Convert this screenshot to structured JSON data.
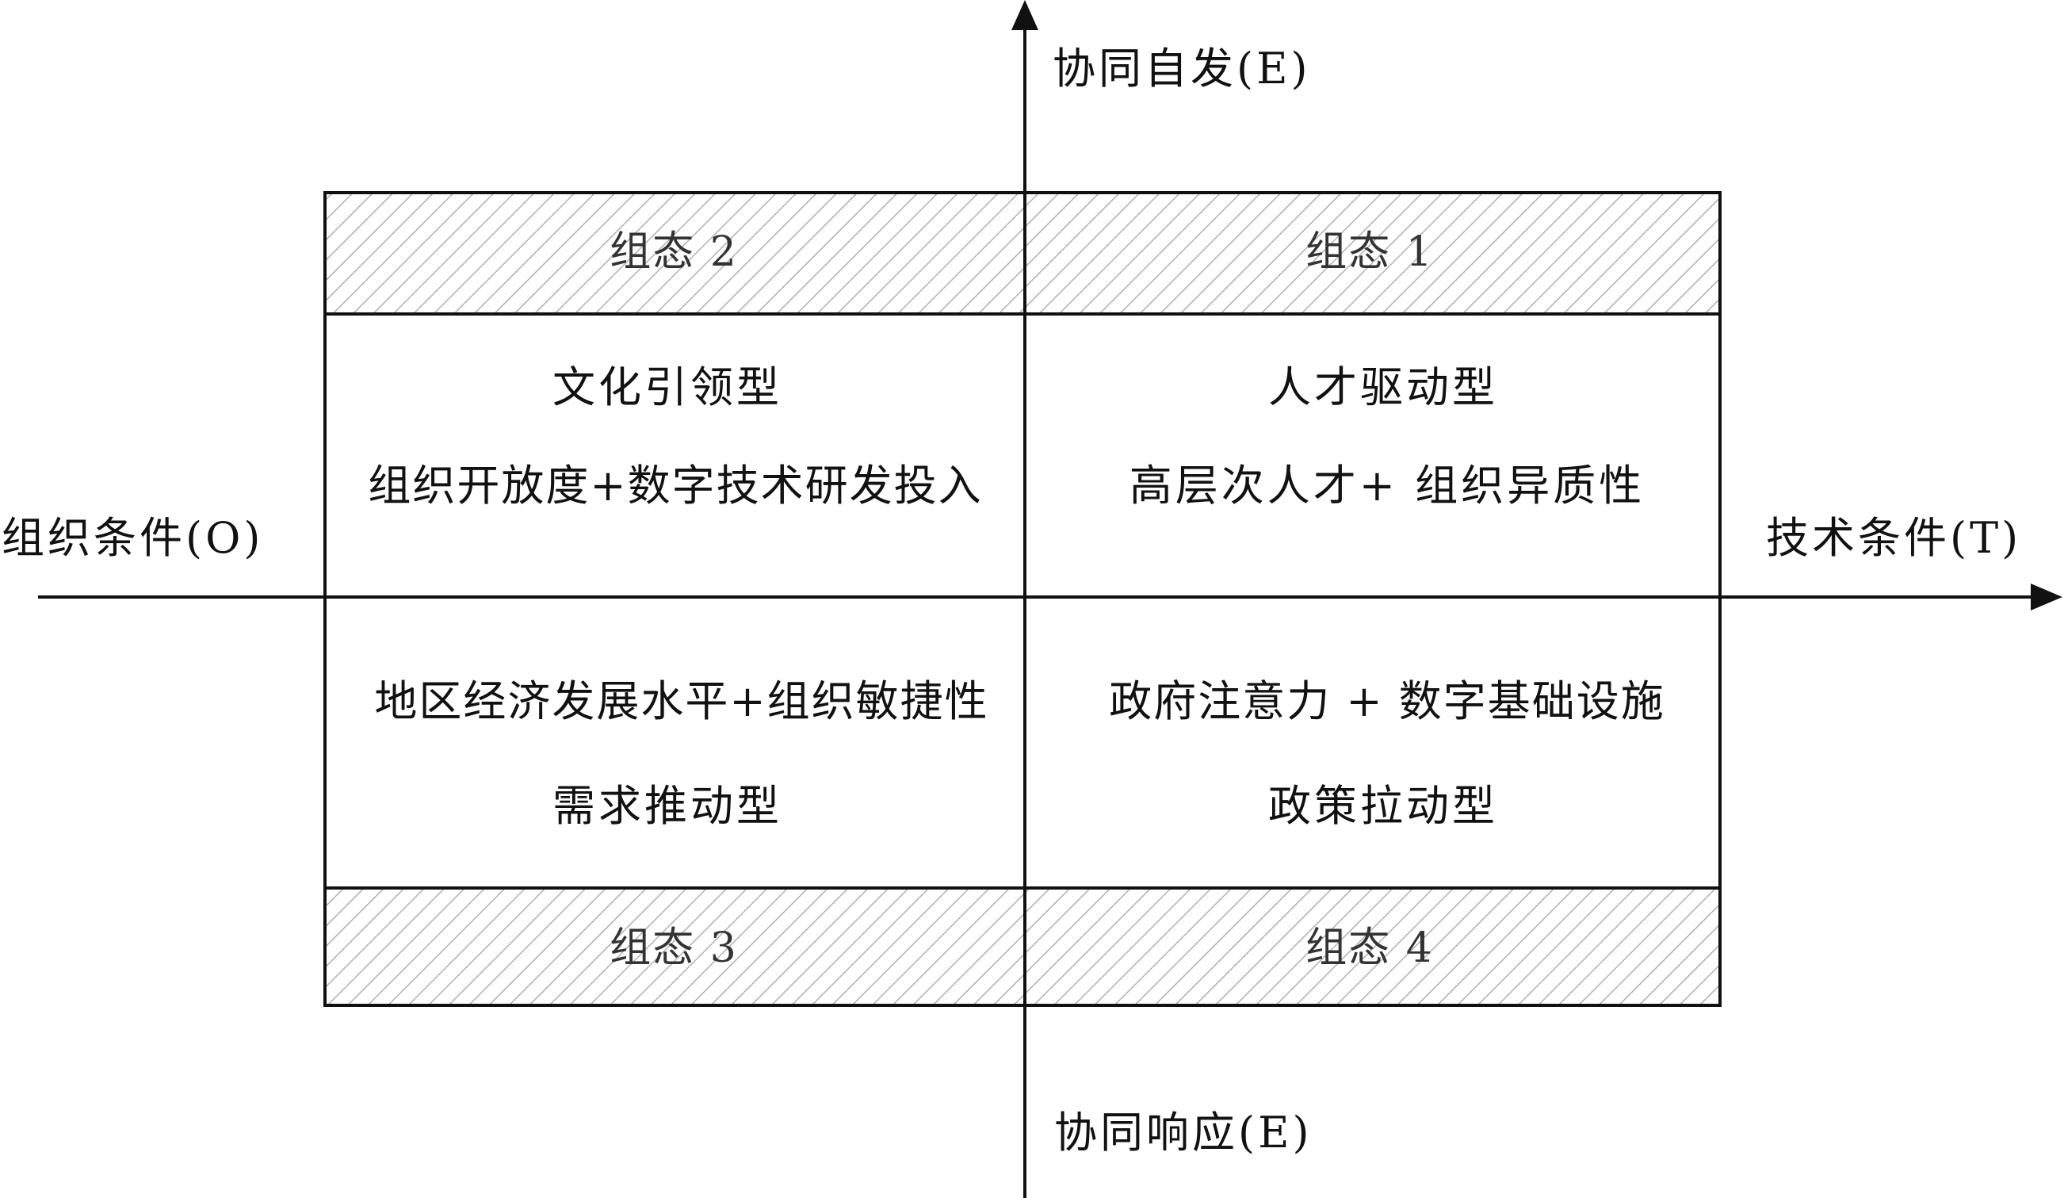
{
  "axes": {
    "y_top": "协同自发(E)",
    "y_bottom": "协同响应(E)",
    "x_left": "组织条件(O)",
    "x_right": "技术条件(T)"
  },
  "quadrants": {
    "top_left": {
      "config": "组态 2",
      "type": "文化引领型",
      "condition": "组织开放度+数字技术研发投入"
    },
    "top_right": {
      "config": "组态 1",
      "type": "人才驱动型",
      "condition": "高层次人才+ 组织异质性"
    },
    "bottom_left": {
      "config": "组态 3",
      "type": "需求推动型",
      "condition": "地区经济发展水平+组织敏捷性"
    },
    "bottom_right": {
      "config": "组态 4",
      "type": "政策拉动型",
      "condition": "政府注意力 + 数字基础设施"
    }
  },
  "colors": {
    "line": "#111111",
    "hatch": "#b0b0b0"
  }
}
